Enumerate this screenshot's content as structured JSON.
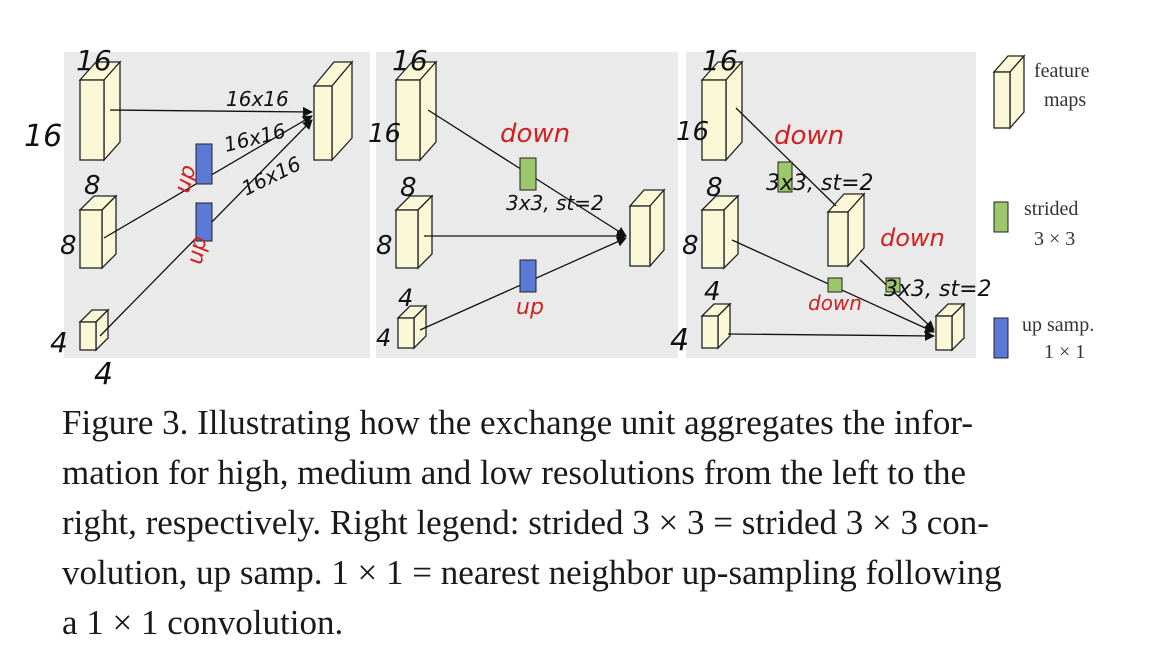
{
  "panels": [
    {
      "res_labels": {
        "top_width": "16",
        "top_height": "16",
        "mid": "8",
        "mid_side": "8",
        "low_side": "4",
        "low_bottom": "4"
      },
      "edge_labels": [
        "16x16",
        "16x16",
        "16x16"
      ],
      "ops": [
        "up",
        "up"
      ]
    },
    {
      "res_labels": {
        "top_width": "16",
        "top_height": "16",
        "mid": "8",
        "mid_side": "8",
        "low": "4",
        "low_side": "4"
      },
      "ops": [
        "down",
        "up"
      ],
      "conv_label": "3x3, st=2"
    },
    {
      "res_labels": {
        "top_width": "16",
        "top_height": "16",
        "mid": "8",
        "mid_side": "8",
        "low": "4",
        "low_side": "4"
      },
      "ops": [
        "down",
        "down",
        "down"
      ],
      "conv_labels": [
        "3x3, st=2",
        "3x3, st=2"
      ]
    }
  ],
  "legend": {
    "feature": [
      "feature",
      "maps"
    ],
    "strided": [
      "strided",
      "3 × 3"
    ],
    "upsamp": [
      "up samp.",
      "1 × 1"
    ]
  },
  "colors": {
    "feature": "#fbf8d8",
    "strided": "#9cc76b",
    "upsamp": "#5b79d6",
    "panel_bg": "#eaeaea",
    "annotation": "#d21f1f"
  },
  "caption": [
    "Figure 3. Illustrating how the exchange unit aggregates the infor-",
    "mation for high, medium and low resolutions from the left to the",
    "right, respectively. Right legend: strided 3 × 3 = strided 3 × 3 con-",
    "volution, up samp. 1 × 1 = nearest neighbor up-sampling following",
    "a 1 × 1 convolution."
  ]
}
